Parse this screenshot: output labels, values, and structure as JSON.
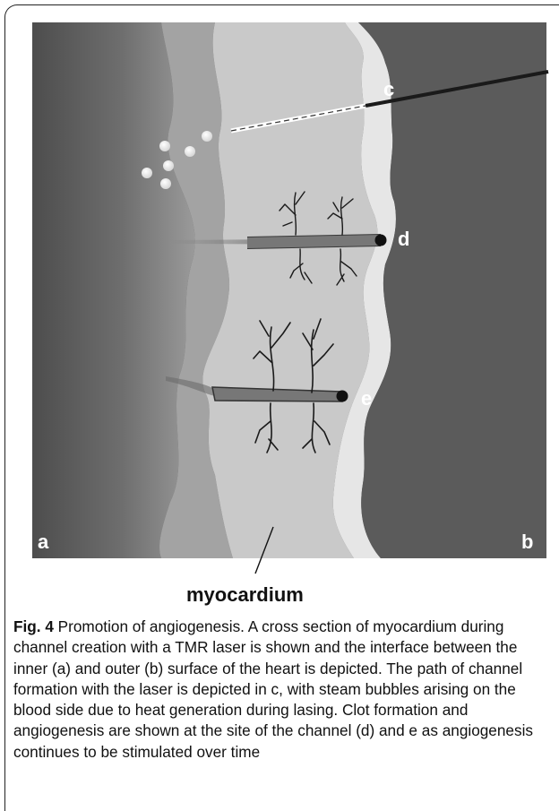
{
  "figure": {
    "labels": {
      "a": "a",
      "b": "b",
      "c": "c",
      "d": "d",
      "e": "e",
      "myocardium": "myocardium"
    }
  },
  "caption": {
    "label": "Fig. 4",
    "text": "Promotion of angiogenesis. A cross section of myocardium during channel creation with a TMR laser is shown and the interface between the inner (a) and outer (b) surface of the heart is depicted. The path of channel formation with the laser is depicted in c, with steam bubbles arising on the blood side due to heat generation during lasing. Clot formation and angiogenesis are shown at the site of the channel (d) and e as angiogenesis continues to be stimulated over time"
  }
}
